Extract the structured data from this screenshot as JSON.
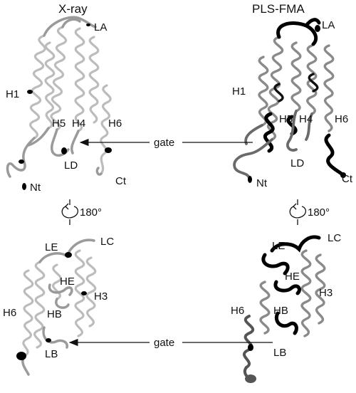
{
  "panels": {
    "xray": {
      "title": "X-ray",
      "top_labels": {
        "LA": "LA",
        "H1": "H1",
        "H5": "H5",
        "H4": "H4",
        "H6": "H6",
        "LD": "LD",
        "Nt": "Nt",
        "Ct": "Ct"
      },
      "bottom_labels": {
        "LE": "LE",
        "LC": "LC",
        "HE": "HE",
        "H3": "H3",
        "H6": "H6",
        "HB": "HB",
        "LB": "LB"
      }
    },
    "plsfma": {
      "title": "PLS-FMA",
      "top_labels": {
        "LA": "LA",
        "H1": "H1",
        "H5": "H5",
        "H4": "H4",
        "H6": "H6",
        "LD": "LD",
        "Nt": "Nt",
        "Ct": "Ct"
      },
      "bottom_labels": {
        "LE": "LE",
        "LC": "LC",
        "HE": "HE",
        "H3": "H3",
        "H6": "H6",
        "HB": "HB",
        "LB": "LB"
      }
    }
  },
  "rotation_label": "180°",
  "gate_label": "gate",
  "colors": {
    "xray_tube": "#bdbdbd",
    "plsfma_tube": "#8a8a8a",
    "highlight": "#000000"
  }
}
